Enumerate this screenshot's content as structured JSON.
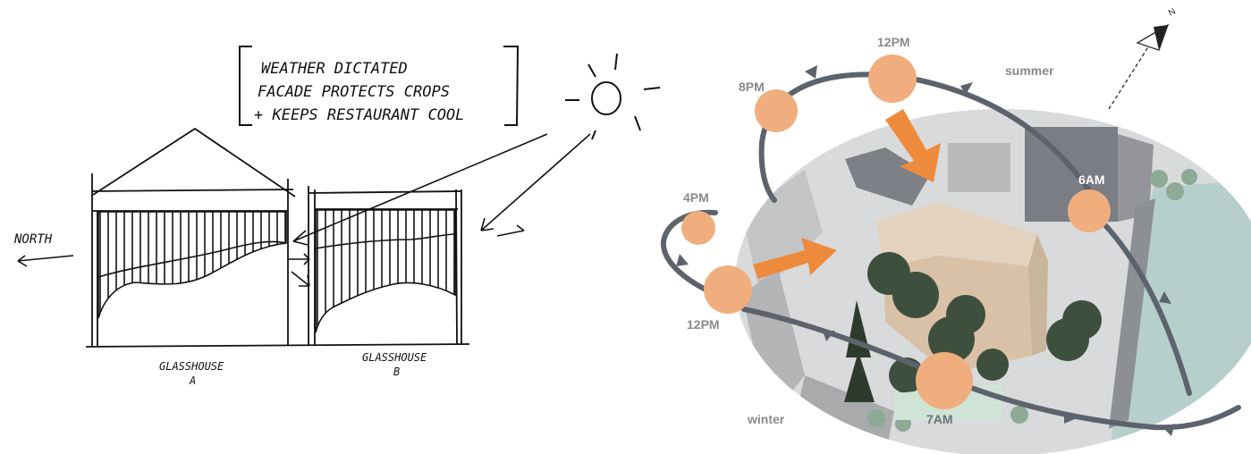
{
  "sketch": {
    "note_lines": [
      "WEATHER DICTATED",
      "FACADE PROTECTS CROPS",
      "+ KEEPS RESTAURANT COOL"
    ],
    "north_label": "NORTH",
    "glasshouse_a": [
      "GLASSHOUSE",
      "A"
    ],
    "glasshouse_b": [
      "GLASSHOUSE",
      "B"
    ]
  },
  "sunpath": {
    "north_marker": "N",
    "seasons": {
      "summer": "summer",
      "winter": "winter"
    },
    "times": {
      "summer_noon": "12PM",
      "summer_evening": "8PM",
      "summer_morning": "6AM",
      "winter_afternoon": "4PM",
      "winter_noon": "12PM",
      "winter_morning": "7AM"
    },
    "colors": {
      "sun": "#f0ae7e",
      "arrow": "#ee8a3c",
      "path": "#5d636c",
      "ground": "#d9dadb",
      "water": "#b7cfcb"
    }
  }
}
